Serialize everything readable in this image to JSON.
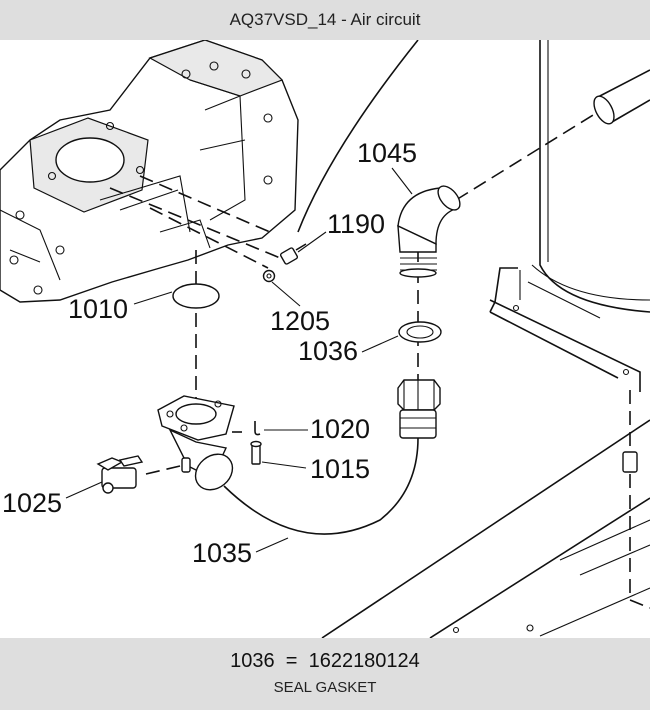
{
  "window": {
    "title": "AQ37VSD_14 - Air circuit"
  },
  "diagram": {
    "callouts": {
      "c1010": "1010",
      "c1015": "1015",
      "c1020": "1020",
      "c1025": "1025",
      "c1035": "1035",
      "c1036": "1036",
      "c1045": "1045",
      "c1190": "1190",
      "c1205": "1205"
    }
  },
  "footer": {
    "part_line": "1036  =  1622180124",
    "description": "SEAL GASKET"
  }
}
